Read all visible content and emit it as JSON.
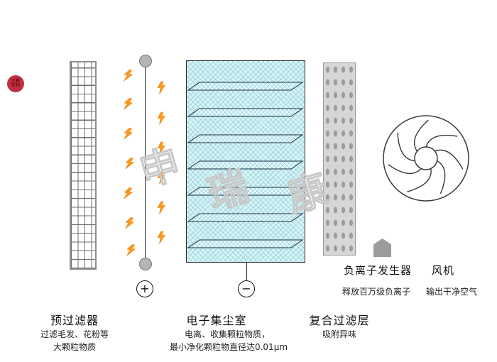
{
  "diagram": {
    "inlet_label": "大颗粒物",
    "watermark": [
      "申",
      "瑞",
      "康"
    ],
    "electrodes": {
      "positive": "+",
      "negative": "−"
    },
    "lightning_count": 13,
    "prefilter": {
      "title": "预过滤器",
      "desc1": "过滤毛发、花粉等",
      "desc2": "大颗粒物质"
    },
    "collector": {
      "title": "电子集尘室",
      "desc1": "电离、收集颗粒物质，",
      "desc2": "最小净化颗粒物直径达0.01μm",
      "plate_count": 7
    },
    "composite": {
      "title": "复合过滤层",
      "desc1": "吸附异味"
    },
    "ion_generator": {
      "title": "负离子发生器",
      "desc": "释放百万级负离子"
    },
    "fan": {
      "title": "风机",
      "desc": "输出干净空气",
      "blade_count": 7
    }
  },
  "colors": {
    "lightning": "#ff9a1f",
    "chamber_fill": "#d8f4f6",
    "inlet": "#c23040",
    "electrode_gray": "#b5b5b5"
  }
}
